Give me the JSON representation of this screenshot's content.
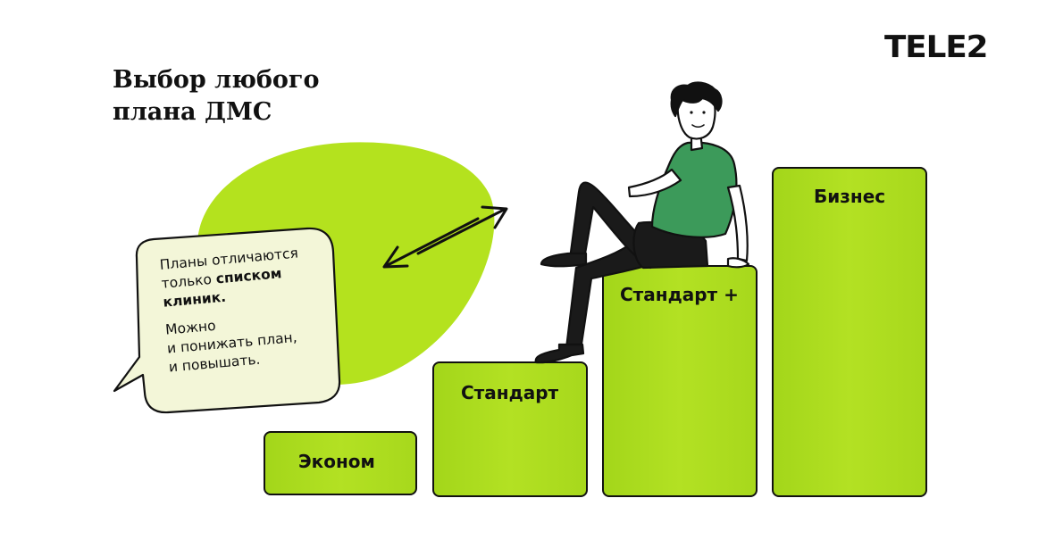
{
  "logo": "TELE2",
  "title_line1": "Выбор любого",
  "title_line2": "плана ДМС",
  "bubble": {
    "line1": "Планы отличаются",
    "line2_prefix": "только ",
    "line2_bold": "списком",
    "line3_bold": "клиник.",
    "line4": "Можно",
    "line5": "и понижать план,",
    "line6": "и повышать."
  },
  "plans": [
    "Эконом",
    "Стандарт",
    "Стандарт +",
    "Бизнес"
  ],
  "colors": {
    "accent_green": "#a8dc1d",
    "blob_green": "#b4e21e",
    "bubble_fill": "#f3f6d8",
    "shirt_green": "#3c9a5a",
    "ink": "#111111"
  },
  "icons": [
    "double-arrow-icon",
    "tele2-logo",
    "person-illustration"
  ]
}
